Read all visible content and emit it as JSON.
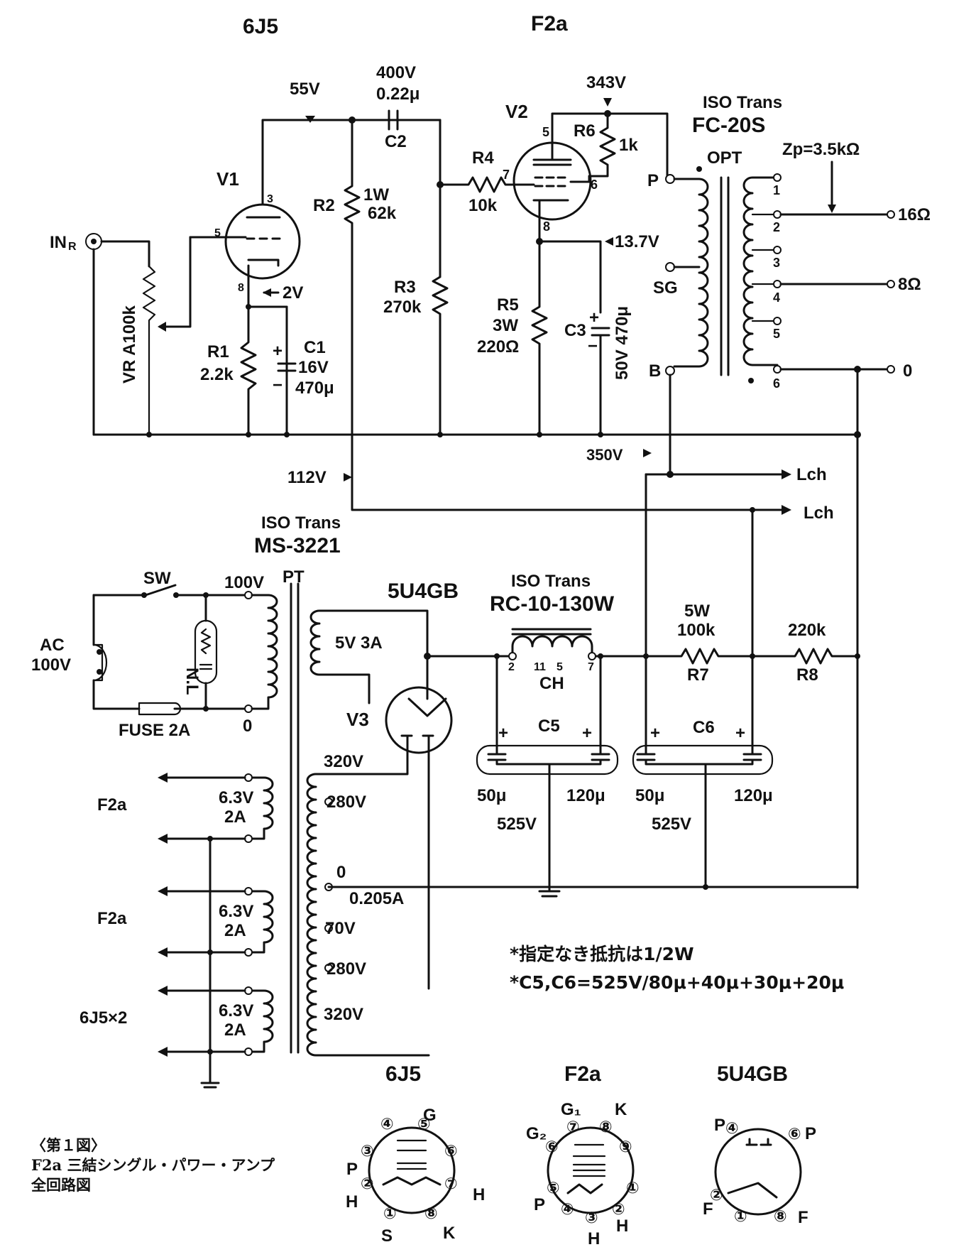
{
  "tubes": {
    "v1_type": "6J5",
    "v1_ref": "V1",
    "v2_type": "F2a",
    "v2_ref": "V2",
    "v3_type": "5U4GB",
    "v3_ref": "V3"
  },
  "input": {
    "label": "IN",
    "sub": "R",
    "volume": "VR A100k"
  },
  "voltages": {
    "v1_plate": "55V",
    "v1_cathode": "2V",
    "v2_cathode": "13.7V",
    "v2_plate": "343V",
    "b_350": "350V",
    "b_112": "112V"
  },
  "components": {
    "c2": {
      "ref": "C2",
      "rating": "400V",
      "value": "0.22μ"
    },
    "r2": {
      "ref": "R2",
      "power": "1W",
      "value": "62k"
    },
    "r3": {
      "ref": "R3",
      "value": "270k"
    },
    "r4": {
      "ref": "R4",
      "value": "10k"
    },
    "r5": {
      "ref": "R5",
      "power": "3W",
      "value": "220Ω"
    },
    "r6": {
      "ref": "R6",
      "value": "1k"
    },
    "c3": {
      "ref": "C3",
      "rating": "50V 470μ"
    },
    "r1": {
      "ref": "R1",
      "value": "2.2k"
    },
    "c1": {
      "ref": "C1",
      "rating": "16V",
      "value": "470μ"
    },
    "r7": {
      "ref": "R7",
      "power": "5W",
      "value": "100k"
    },
    "r8": {
      "ref": "R8",
      "value": "220k"
    },
    "c5": {
      "ref": "C5",
      "v1": "50μ",
      "v2": "120μ",
      "rating": "525V"
    },
    "c6": {
      "ref": "C6",
      "v1": "50μ",
      "v2": "120μ",
      "rating": "525V"
    }
  },
  "opt": {
    "maker": "ISO Trans",
    "model": "FC-20S",
    "name": "OPT",
    "zp": "Zp=3.5kΩ",
    "p": "P",
    "sg": "SG",
    "b": "B",
    "taps": [
      "1",
      "2",
      "3",
      "4",
      "5",
      "6"
    ],
    "out16": "16Ω",
    "out8": "8Ω",
    "out0": "0"
  },
  "lch": {
    "a": "Lch",
    "b": "Lch"
  },
  "pt": {
    "maker": "ISO Trans",
    "model": "MS-3221",
    "name": "PT",
    "v100": "100V",
    "v0": "0",
    "fil5": "5V 3A",
    "hv320a": "320V",
    "hv280a": "280V",
    "hv0": "0",
    "hv_a": "0.205A",
    "hv70": "70V",
    "hv280b": "280V",
    "hv320b": "320V",
    "heater": "6.3V",
    "heater_a": "2A"
  },
  "mains": {
    "sw": "SW",
    "ac": "AC",
    "ac_v": "100V",
    "nl": "N.L",
    "fuse": "FUSE 2A"
  },
  "heater_loads": [
    "F2a",
    "F2a",
    "6J5×2"
  ],
  "choke": {
    "maker": "ISO Trans",
    "model": "RC-10-130W",
    "ref": "CH",
    "pins": [
      "2",
      "11",
      "5",
      "7"
    ]
  },
  "notes": [
    "*指定なき抵抗は1/2W",
    "*C5,C6=525V/80μ+40μ+30μ+20μ"
  ],
  "caption": [
    "〈第１図〉",
    "F2a 三結シングル・パワー・アンプ",
    "全回路図"
  ],
  "basing": {
    "j5": {
      "title": "6J5",
      "pins": [
        "①",
        "②",
        "③",
        "④",
        "⑤",
        "⑥",
        "⑦",
        "⑧"
      ],
      "labels": [
        "G",
        "P",
        "H",
        "S",
        "K",
        "H"
      ]
    },
    "f2a": {
      "title": "F2a",
      "pins": [
        "①",
        "②",
        "③",
        "④",
        "⑤",
        "⑥",
        "⑦",
        "⑧",
        "⑨"
      ],
      "labels": [
        "G₁",
        "K",
        "G₂",
        "P",
        "H",
        "H"
      ]
    },
    "u4": {
      "title": "5U4GB",
      "pins": [
        "①",
        "②",
        "④",
        "⑥",
        "⑧"
      ],
      "labels": [
        "P",
        "P",
        "F",
        "F"
      ]
    }
  }
}
